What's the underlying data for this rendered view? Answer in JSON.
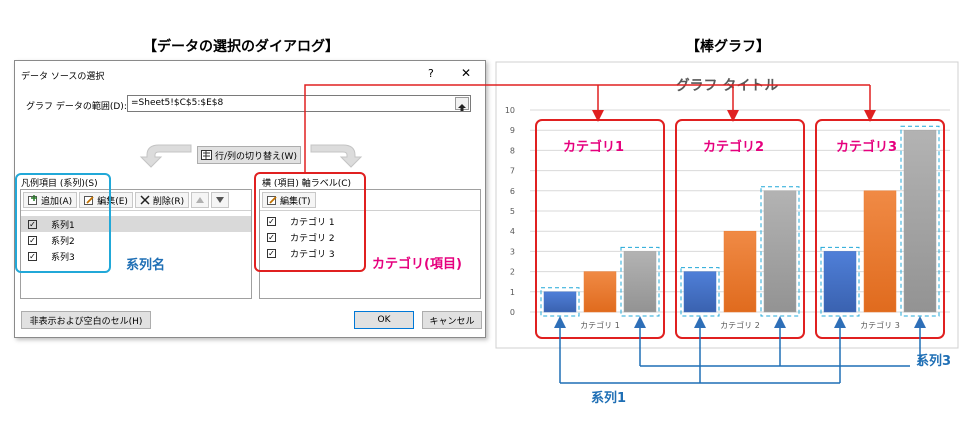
{
  "headings": {
    "dialog": "【データの選択のダイアログ】",
    "chart": "【棒グラフ】"
  },
  "dialog": {
    "title": "データ ソースの選択",
    "help": "?",
    "close": "✕",
    "range_label": "グラフ データの範囲(D):",
    "range_value": "=Sheet5!$C$5:$E$8",
    "switch_button": "行/列の切り替え(W)",
    "legend_header": "凡例項目 (系列)(S)",
    "axis_header": "横 (項目) 軸ラベル(C)",
    "add_button": "追加(A)",
    "edit_button": "編集(E)",
    "delete_button": "削除(R)",
    "axis_edit_button": "編集(T)",
    "series_items": [
      "系列1",
      "系列2",
      "系列3"
    ],
    "category_items": [
      "カテゴリ 1",
      "カテゴリ 2",
      "カテゴリ 3"
    ],
    "hidden_cells_button": "非表示および空白のセル(H)",
    "ok_button": "OK",
    "cancel_button": "キャンセル"
  },
  "annotations": {
    "series_name": "系列名",
    "category_item": "カテゴリ(項目)",
    "categories": [
      "カテゴリ1",
      "カテゴリ2",
      "カテゴリ3"
    ],
    "series1": "系列1",
    "series3": "系列3"
  },
  "colors": {
    "series1": "#4472c4",
    "series2": "#ed7d31",
    "series3": "#a5a5a5",
    "annotation_red": "#e02020",
    "annotation_magenta": "#e6007e",
    "annotation_blue": "#1f6fb5",
    "annotation_cyan": "#21a8d8"
  },
  "chart_data": {
    "type": "bar",
    "title": "グラフ タイトル",
    "categories": [
      "カテゴリ 1",
      "カテゴリ 2",
      "カテゴリ 3"
    ],
    "series": [
      {
        "values": [
          1,
          2,
          3
        ]
      },
      {
        "values": [
          2,
          4,
          6
        ]
      },
      {
        "values": [
          3,
          6,
          9
        ]
      }
    ],
    "ylim": [
      0,
      10
    ],
    "yticks": [
      "0",
      "1",
      "2",
      "3",
      "4",
      "5",
      "6",
      "7",
      "8",
      "9",
      "10"
    ],
    "grid": true
  }
}
